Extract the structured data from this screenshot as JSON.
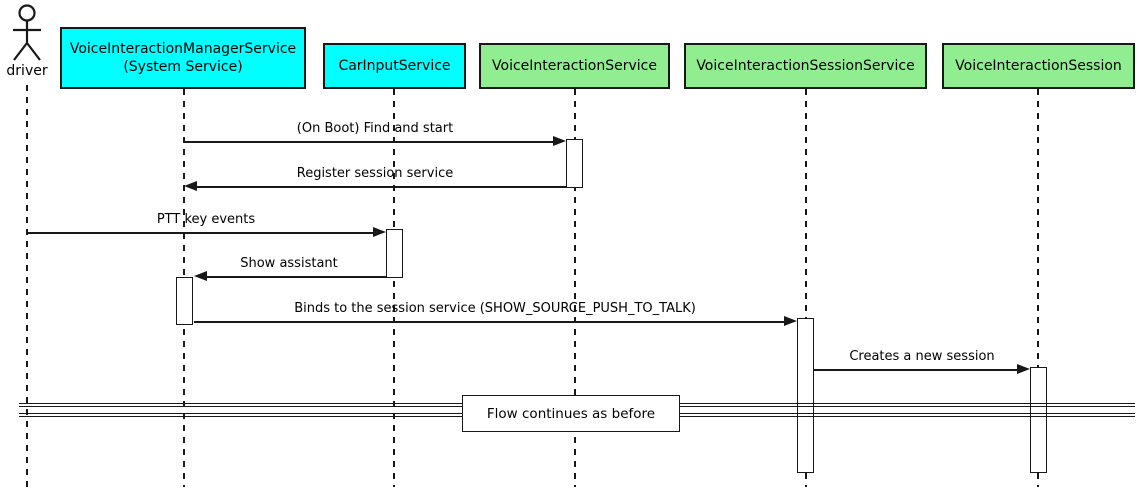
{
  "diagram_type": "uml-sequence",
  "colors": {
    "participant_cyan": "#00ffff",
    "participant_green": "#90ee90",
    "line": "#181818",
    "activation_fill": "#ffffff",
    "background": "#ffffff",
    "text": "#000000"
  },
  "actor": {
    "label": "driver"
  },
  "participants": [
    {
      "label": "VoiceInteractionManagerService",
      "sublabel": "(System Service)",
      "fill": "#00ffff"
    },
    {
      "label": "CarInputService",
      "fill": "#00ffff"
    },
    {
      "label": "VoiceInteractionService",
      "fill": "#90ee90"
    },
    {
      "label": "VoiceInteractionSessionService",
      "fill": "#90ee90"
    },
    {
      "label": "VoiceInteractionSession",
      "fill": "#90ee90"
    }
  ],
  "messages": [
    {
      "label": "(On Boot) Find and start",
      "from": "VoiceInteractionManagerService",
      "to": "VoiceInteractionService",
      "direction": "right"
    },
    {
      "label": "Register session service",
      "from": "VoiceInteractionService",
      "to": "VoiceInteractionManagerService",
      "direction": "left"
    },
    {
      "label": "PTT key events",
      "from": "driver",
      "to": "CarInputService",
      "direction": "right"
    },
    {
      "label": "Show assistant",
      "from": "CarInputService",
      "to": "VoiceInteractionManagerService",
      "direction": "left"
    },
    {
      "label": "Binds to the session service (SHOW_SOURCE_PUSH_TO_TALK)",
      "from": "VoiceInteractionManagerService",
      "to": "VoiceInteractionSessionService",
      "direction": "right"
    },
    {
      "label": "Creates a new session",
      "from": "VoiceInteractionSessionService",
      "to": "VoiceInteractionSession",
      "direction": "right"
    }
  ],
  "divider": {
    "label": "Flow continues as before"
  }
}
